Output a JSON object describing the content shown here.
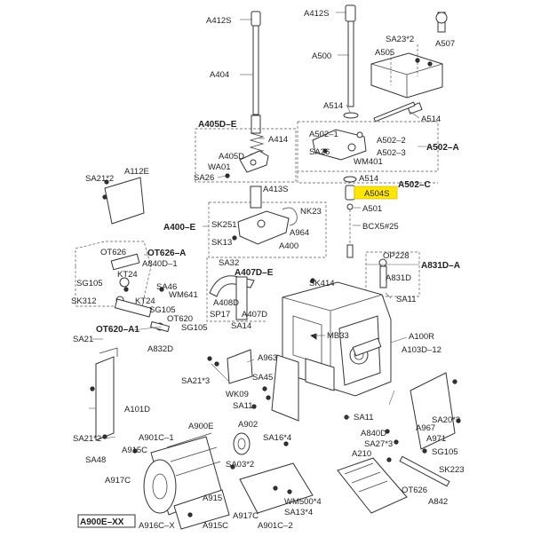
{
  "diagram": {
    "highlight_color": "#FFE600",
    "labels": {
      "a412s_l": "A412S",
      "a412s_r": "A412S",
      "a507": "A507",
      "sa23_2": "SA23*2",
      "a505": "A505",
      "a404": "A404",
      "a500": "A500",
      "a514_a": "A514",
      "a514_b": "A514",
      "a405d_e": "A405D–E",
      "a414": "A414",
      "a502_1": "A502–1",
      "a502_2": "A502–2",
      "a502_a": "A502–A",
      "a502_3": "A502–3",
      "sa26_r": "SA26",
      "wm401": "WM401",
      "a405d": "A405D",
      "wa01": "WA01",
      "sa26_l": "SA26",
      "a514_c": "A514",
      "a502_c": "A502–C",
      "sa21_2": "SA21*2",
      "a112e": "A112E",
      "a413s": "A413S",
      "a504s": "A504S",
      "nk23": "NK23",
      "a501": "A501",
      "a400_e": "A400–E",
      "sk251": "SK251",
      "a964": "A964",
      "bcx5_25": "BCX5#25",
      "a400": "A400",
      "sk13": "SK13",
      "ot626_l": "OT626",
      "ot626_a": "OT626–A",
      "a840d_1": "A840D–1",
      "op228": "OP228",
      "a831d_a": "A831D–A",
      "sa32": "SA32",
      "a407d_e": "A407D–E",
      "kt24_a": "KT24",
      "a831d": "A831D",
      "sg105_a": "SG105",
      "sa46": "SA46",
      "sk414": "SK414",
      "wm641": "WM641",
      "a408d": "A408D",
      "sa11_a": "SA11",
      "sk312": "SK312",
      "kt24_b": "KT24",
      "sg105_b": "SG105",
      "sp17": "SP17",
      "a407d": "A407D",
      "ot620": "OT620",
      "ot620_a1": "OT620–A1",
      "sg105_c": "SG105",
      "sa14": "SA14",
      "mb33": "MB33",
      "a100r": "A100R",
      "sa21_a": "SA21",
      "a832d": "A832D",
      "a103d_12": "A103D–12",
      "a963": "A963",
      "sa21_3": "SA21*3",
      "sa45": "SA45",
      "wk09": "WK09",
      "a101d": "A101D",
      "sa11_b": "SA11",
      "sa11_c": "SA11",
      "sa20_3": "SA20*3",
      "a902": "A902",
      "a900e": "A900E",
      "a840d": "A840D",
      "sa16_4": "SA16*4",
      "a967": "A967",
      "a901c_1": "A901C–1",
      "sa21_2b": "SA21*2",
      "sa27_3": "SA27*3",
      "a971": "A971",
      "a915c": "A915C",
      "sa48": "SA48",
      "sa03_2": "SA03*2",
      "a210": "A210",
      "sg105_d": "SG105",
      "sk223": "SK223",
      "a917c_a": "A917C",
      "wm500_4": "WM500*4",
      "ot626_r": "OT626",
      "a915": "A915",
      "sa13_4": "SA13*4",
      "a842": "A842",
      "a917c_b": "A917C",
      "a916c_x": "A916C–X",
      "a915c_b": "A915C",
      "a901c_2": "A901C–2",
      "a900e_xx": "A900E–XX"
    }
  }
}
